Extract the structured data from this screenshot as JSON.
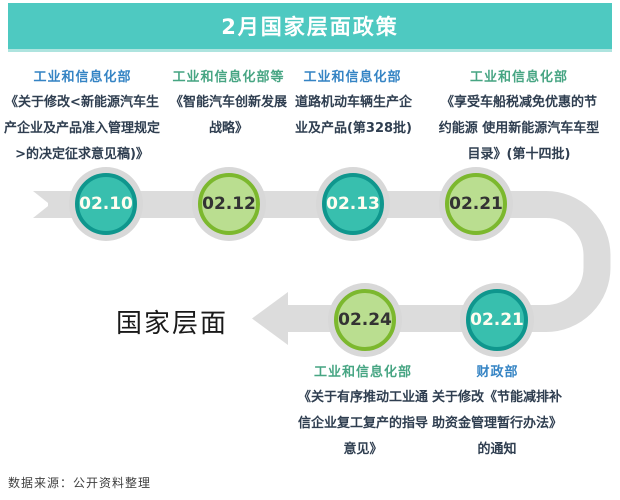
{
  "title": "2月国家层面政策",
  "axis_label": "国家层面",
  "footer": "数据来源：公开资料整理",
  "colors": {
    "titlebar_bg": "#4ec9c1",
    "band_gray": "#dcdcdc",
    "halo_gray": "#d8d8d8",
    "teal_circle_fill": "#38bfae",
    "teal_circle_border": "#0f968d",
    "green_circle_fill": "#bade90",
    "green_circle_border": "#7cb82e",
    "org_blue": "#3584c4",
    "org_green": "#47a583",
    "doc_text": "#2f3e50"
  },
  "events": [
    {
      "date": "02.10",
      "org": "工业和信息化部",
      "doc": "《关于修改<新能源汽车生产企业及产品准入管理规定>的决定征求意见稿)》",
      "circle_color": "teal"
    },
    {
      "date": "02.12",
      "org": "工业和信息化部等",
      "doc": "《智能汽车创新发展战略》",
      "circle_color": "green"
    },
    {
      "date": "02.13",
      "org": "工业和信息化部",
      "doc": "道路机动车辆生产企业及产品(第328批)",
      "circle_color": "teal"
    },
    {
      "date": "02.21",
      "org": "工业和信息化部",
      "doc": "《享受车船税减免优惠的节约能源 使用新能源汽车车型目录》(第十四批)",
      "circle_color": "green"
    },
    {
      "date": "02.21",
      "org": "财政部",
      "doc": "关于修改《节能减排补助资金管理暂行办法》的通知",
      "circle_color": "teal"
    },
    {
      "date": "02.24",
      "org": "工业和信息化部",
      "doc": "《关于有序推动工业通信企业复工复产的指导意见》",
      "circle_color": "green"
    }
  ]
}
